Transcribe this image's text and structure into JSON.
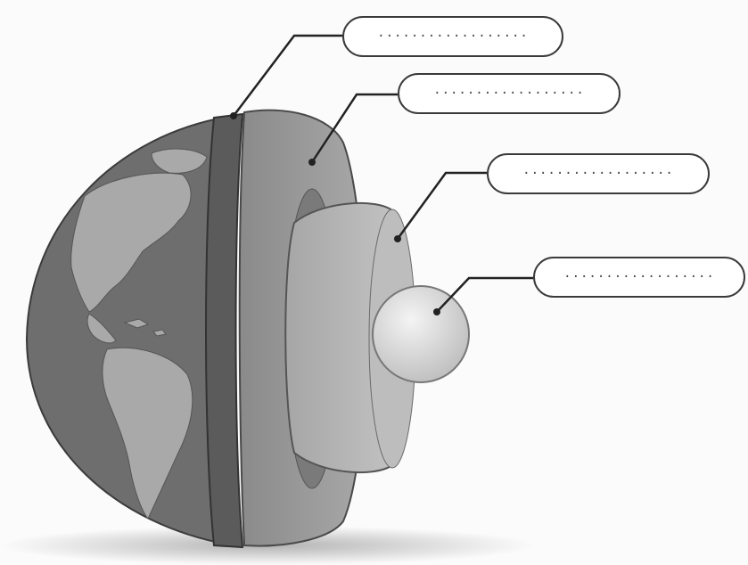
{
  "diagram": {
    "layers": [
      {
        "id": "crust",
        "label": ""
      },
      {
        "id": "mantle",
        "label": ""
      },
      {
        "id": "outer-core",
        "label": ""
      },
      {
        "id": "inner-core",
        "label": ""
      }
    ],
    "label_placeholder": "··················"
  },
  "colors": {
    "background": "#fbfbfb",
    "ocean": "#6e6e6e",
    "land": "#a9a9a9",
    "crust": "#5b5b5b",
    "mantle": "#9c9c9c",
    "outer_core": "#b8b8b8",
    "inner_core": "#d9d9d9",
    "leader": "#222222"
  }
}
